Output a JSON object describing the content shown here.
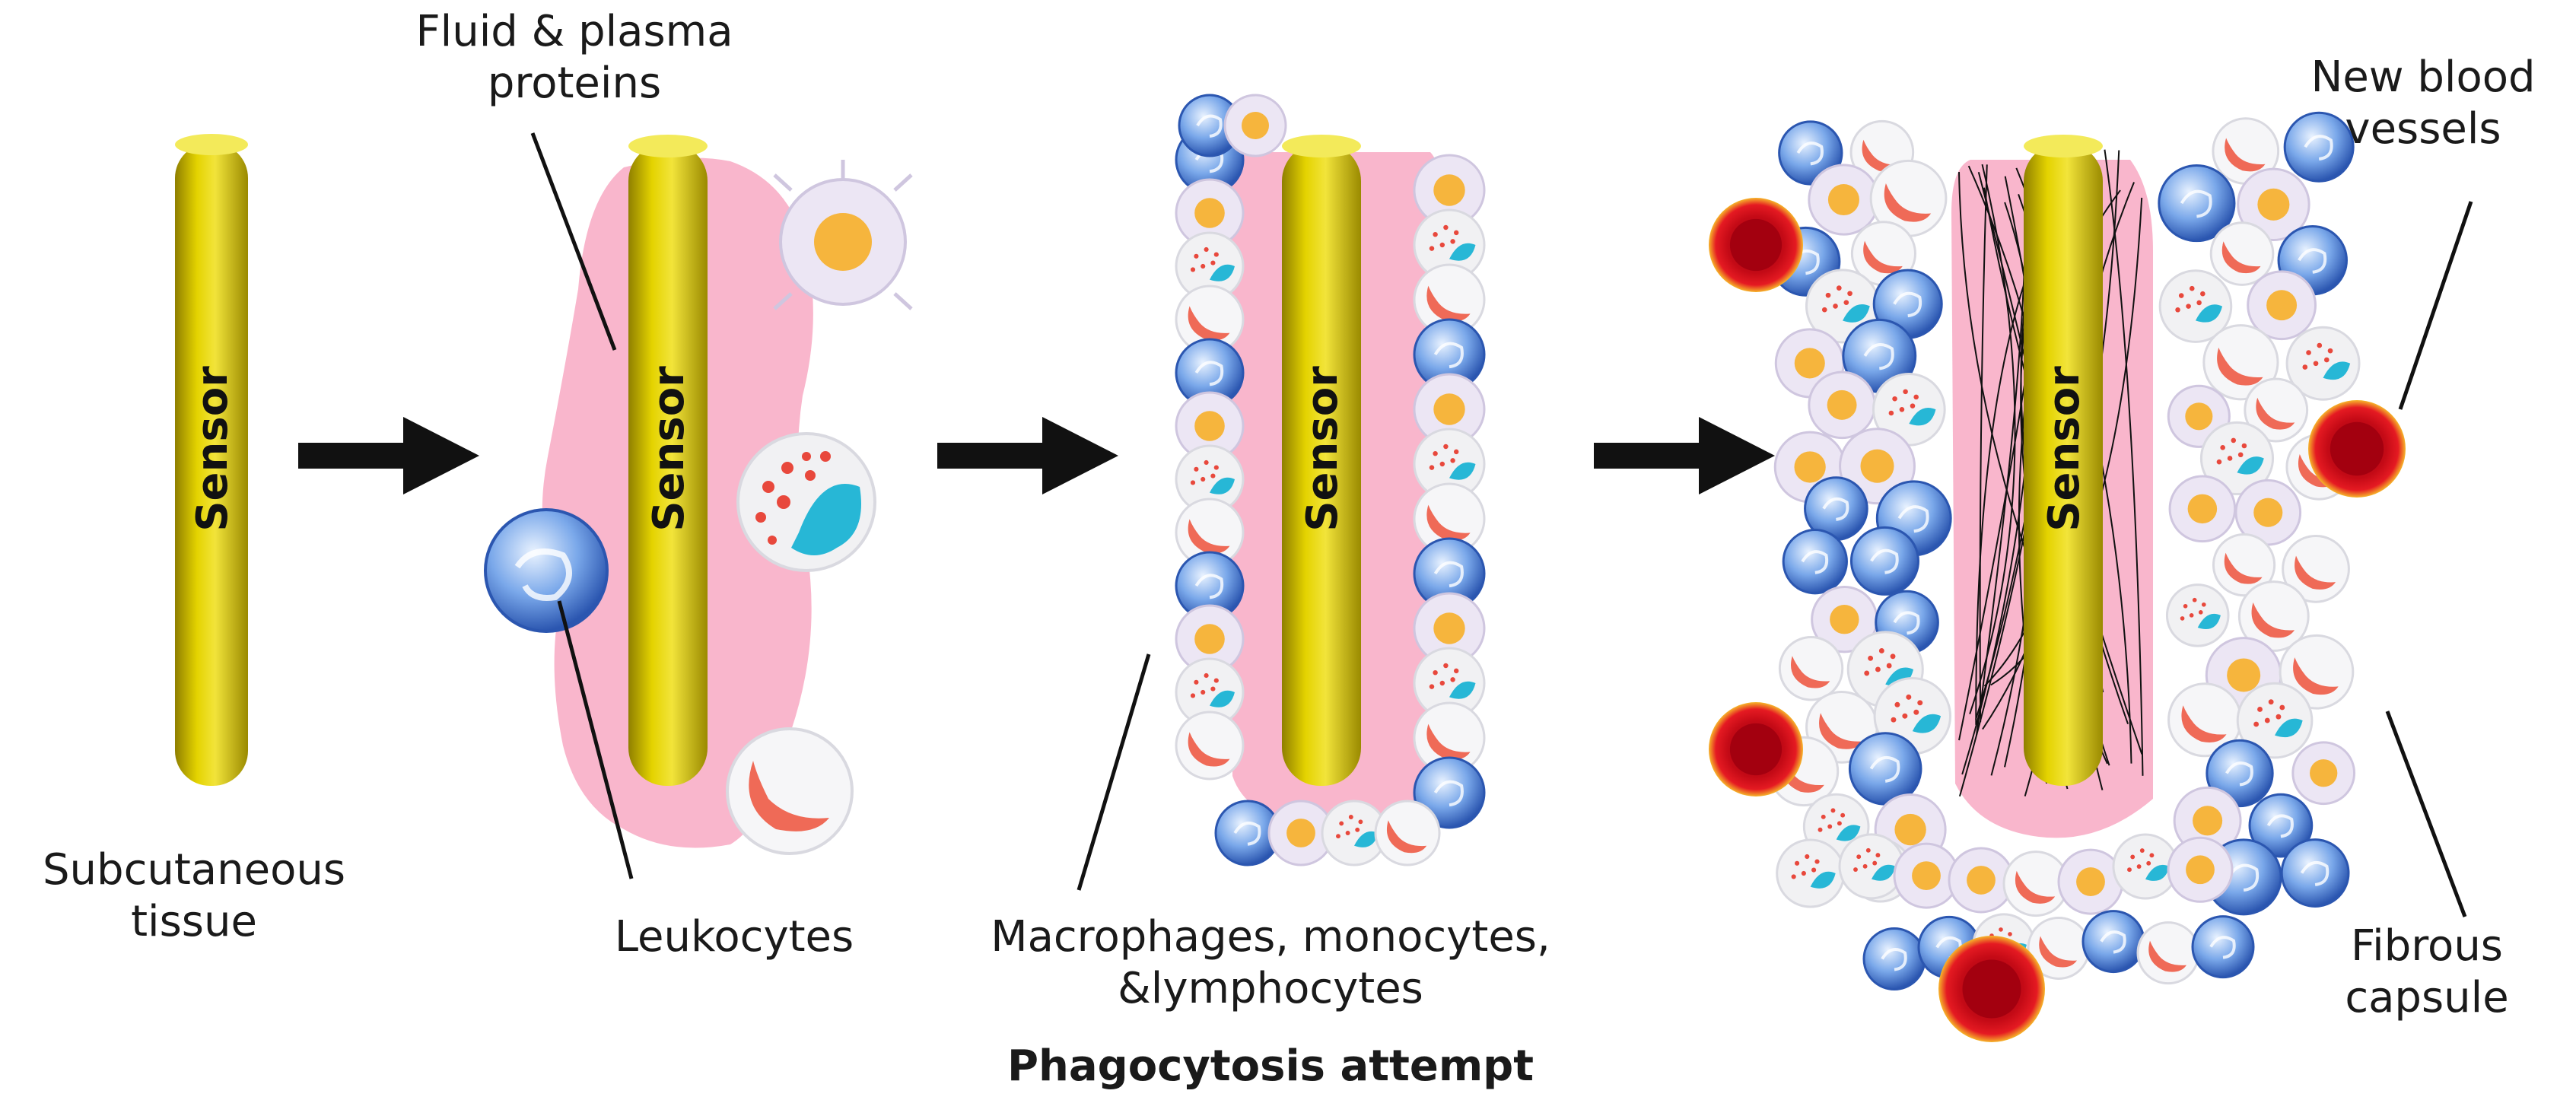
{
  "labels": {
    "subcutaneous_line1": "Subcutaneous",
    "subcutaneous_line2": "tissue",
    "fluid_line1": "Fluid & plasma",
    "fluid_line2": "proteins",
    "leukocytes": "Leukocytes",
    "macrophages_line1": "Macrophages, monocytes,",
    "macrophages_line2": "&lymphocytes",
    "phagocytosis": "Phagocytosis attempt",
    "new_blood_line1": "New blood",
    "new_blood_line2": "vessels",
    "fibrous_line1": "Fibrous",
    "fibrous_line2": "capsule"
  },
  "sensor_label": "Sensor",
  "icons": {
    "arrow": "arrow-right-icon",
    "sensor": "sensor-rod-icon",
    "leukocyte": "leukocyte-cell-icon",
    "macrophage": "macrophage-cell-icon",
    "monocyte": "monocyte-cell-icon",
    "lymphocyte": "lymphocyte-cell-icon",
    "neutrophil": "neutrophil-cell-icon",
    "blood_vessel": "blood-vessel-icon",
    "fiber": "collagen-fiber-icon"
  },
  "colors": {
    "sensor_yellow": "#d8c400",
    "plasma_pink": "#f9b6cc",
    "blood_red": "#d4111b",
    "cell_blue": "#4f82d6",
    "macrophage_cyan": "#27b7d6",
    "eosinophil_orange": "#f6b53d",
    "arrow_black": "#111111"
  }
}
